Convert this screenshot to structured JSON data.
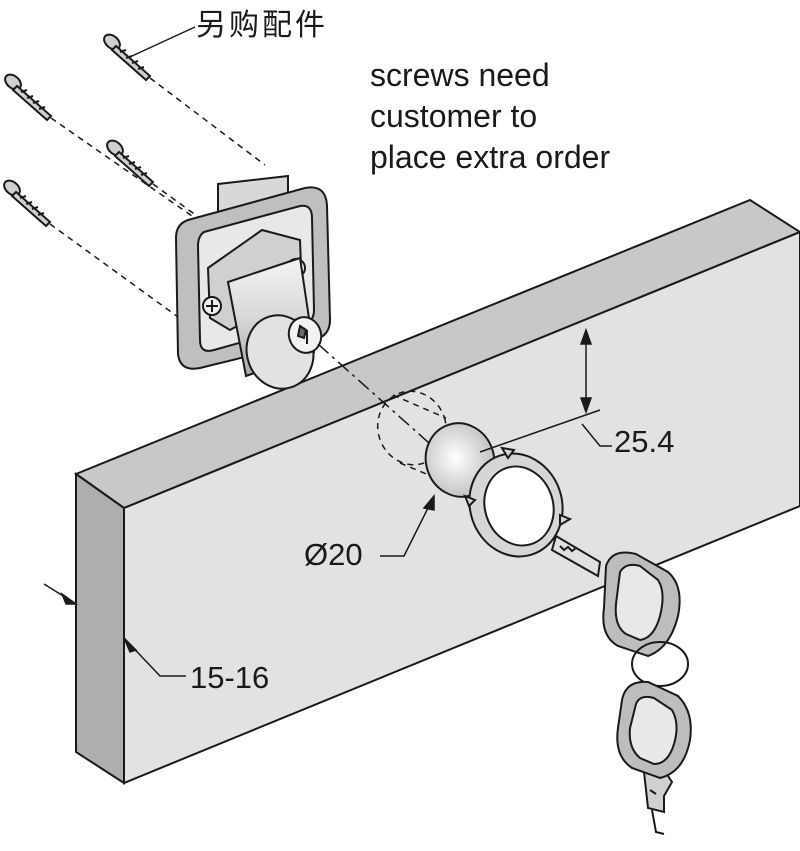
{
  "labels": {
    "extra_parts": "另购配件",
    "note_lines": [
      "screws need",
      "customer to",
      "place extra order"
    ],
    "dim_height": "25.4",
    "dim_diameter": "Ø20",
    "dim_thickness": "15-16"
  },
  "colors": {
    "line": "#1a1a1a",
    "panel_front": "#e2e2e2",
    "panel_top": "#c8c8c8",
    "panel_side": "#aeaeae",
    "metal": "#d4d4d4"
  }
}
